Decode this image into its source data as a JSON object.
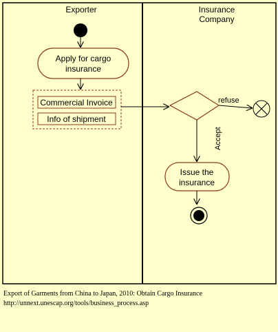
{
  "colors": {
    "background": "#ffffcc",
    "line": "#000000",
    "node_fill": "#ffffcc",
    "node_stroke": "#8b3a1a"
  },
  "lanes": [
    {
      "title": [
        "Exporter"
      ]
    },
    {
      "title": [
        "Insurance",
        "Company"
      ]
    }
  ],
  "nodes": {
    "start": {
      "kind": "initial-node"
    },
    "apply": {
      "lines": [
        "Apply for cargo",
        "insurance"
      ]
    },
    "documents": [
      {
        "label": "Commercial Invoice"
      },
      {
        "label": "Info of shipment"
      }
    ],
    "decision": {
      "kind": "decision-node"
    },
    "issue": {
      "lines": [
        "Issue the",
        "insurance"
      ]
    },
    "end": {
      "kind": "final-node"
    },
    "flow_final": {
      "kind": "flow-final-node"
    }
  },
  "edges": {
    "refuse": "refuse",
    "accept": "Accept"
  },
  "caption": {
    "line1": "Export of Garments from China to Japan, 2010: Obtain Cargo Insurance",
    "line2": "http://unnext.unescap.org/tools/business_process.asp"
  }
}
